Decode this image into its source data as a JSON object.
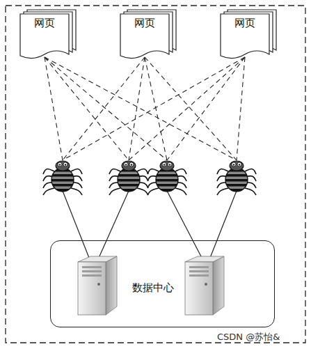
{
  "diagram": {
    "nodes": [
      {
        "text": [
          "网页"
        ]
      },
      {
        "text": [
          "网页"
        ]
      },
      {
        "text": [
          "网页"
        ]
      },
      {
        "text": [
          "数据中心"
        ]
      }
    ],
    "labels": [
      "CSDN @苏怡&"
    ]
  }
}
